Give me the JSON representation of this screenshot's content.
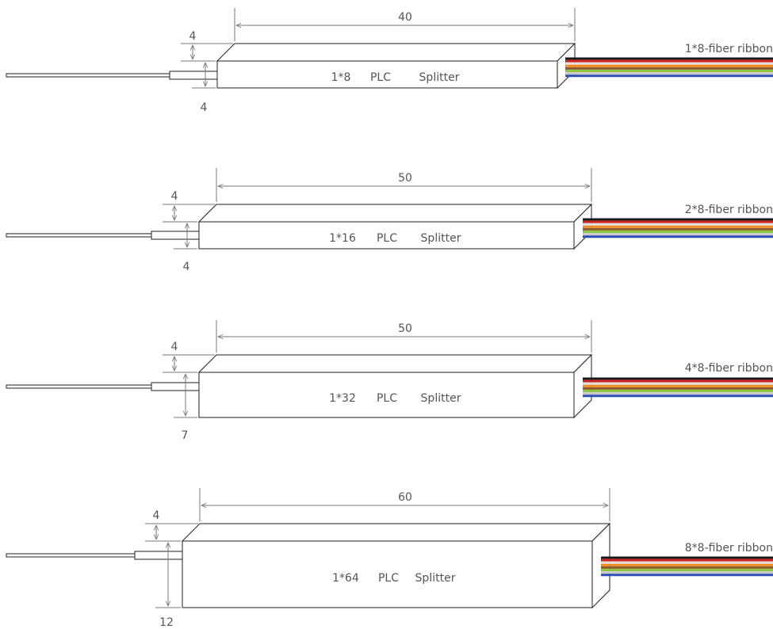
{
  "colors": {
    "outline": "#222222",
    "dimension": "#777777",
    "text": "#555555",
    "ribbon": [
      "#1a1a1a",
      "#d21f1f",
      "#e0e0e0",
      "#f08a1c",
      "#8a5a2b",
      "#8dc63f",
      "#c9c9c9",
      "#2d4fb4"
    ]
  },
  "splitters": [
    {
      "label": "1*8 PLC Splitter",
      "label_parts": [
        "1*8",
        "PLC",
        "Splitter"
      ],
      "length": "40",
      "top_offset": "4",
      "height": "4",
      "ribbon": "1*8-fiber ribbon"
    },
    {
      "label": "1*16 PLC Splitter",
      "label_parts": [
        "1*16",
        "PLC",
        "Splitter"
      ],
      "length": "50",
      "top_offset": "4",
      "height": "4",
      "ribbon": "2*8-fiber ribbon"
    },
    {
      "label": "1*32 PLC Splitter",
      "label_parts": [
        "1*32",
        "PLC",
        "Splitter"
      ],
      "length": "50",
      "top_offset": "4",
      "height": "7",
      "ribbon": "4*8-fiber ribbon"
    },
    {
      "label": "1*64 PLC Splitter",
      "label_parts": [
        "1*64",
        "PLC",
        "Splitter"
      ],
      "length": "60",
      "top_offset": "4",
      "height": "12",
      "ribbon": "8*8-fiber ribbon"
    }
  ]
}
